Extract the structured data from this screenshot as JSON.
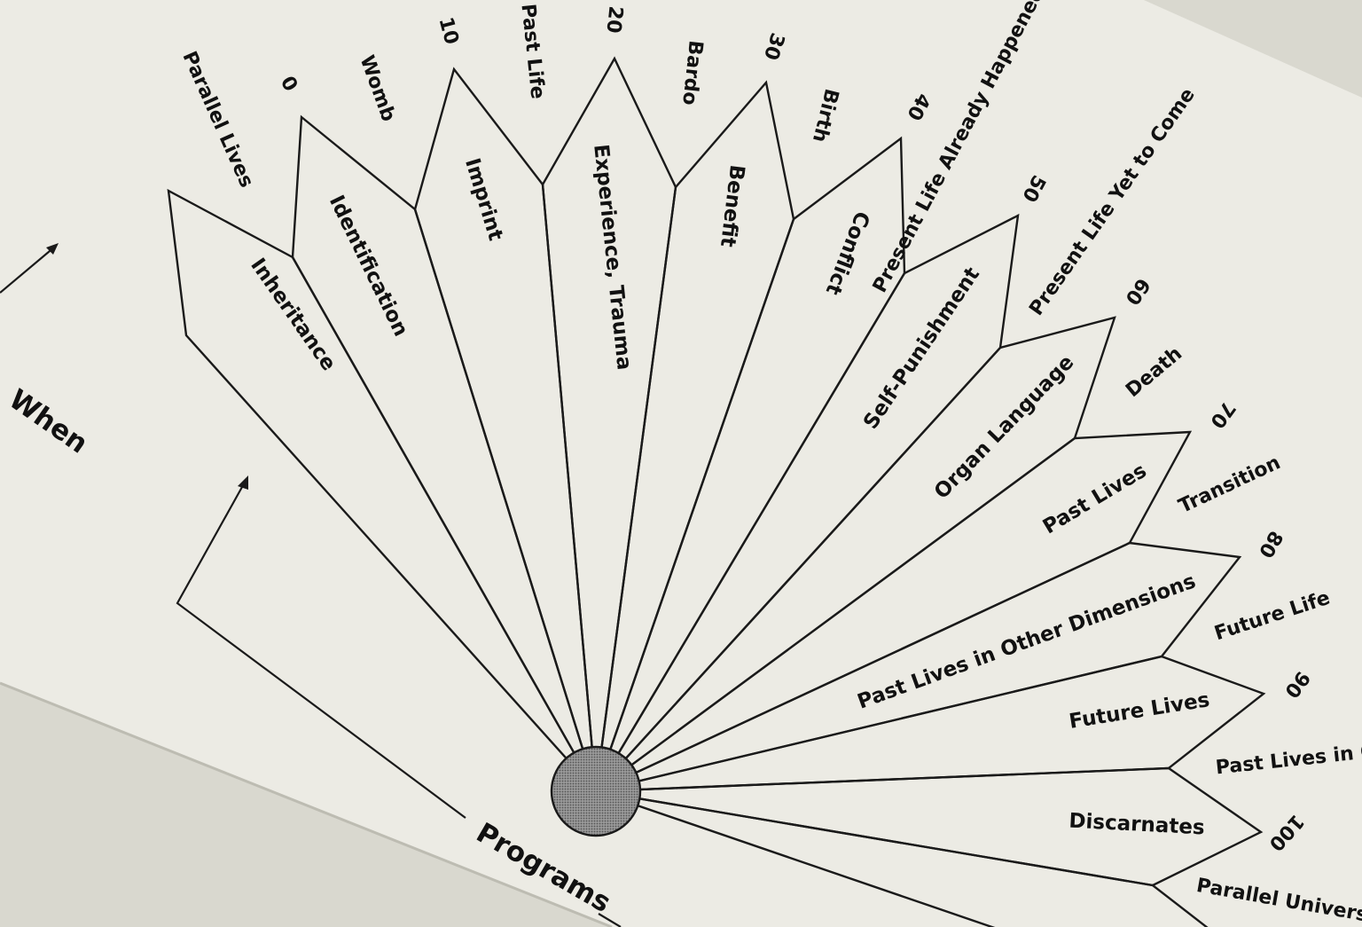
{
  "diagram": {
    "axis_when": "When",
    "axis_programs": "Programs",
    "blades": [
      {
        "label": "Inheritance"
      },
      {
        "label": "Identification"
      },
      {
        "label": "Imprint"
      },
      {
        "label": "Experience, Trauma"
      },
      {
        "label": "Benefit"
      },
      {
        "label": "Conflict"
      },
      {
        "label": "Self-Punishment"
      },
      {
        "label": "Organ Language"
      },
      {
        "label": "Past Lives"
      },
      {
        "label": "Past Lives in Other Dimensions"
      },
      {
        "label": "Future Lives"
      },
      {
        "label": "Discarnates"
      },
      {
        "label": ""
      }
    ],
    "outer": [
      {
        "label": "Parallel Lives"
      },
      {
        "label": "0"
      },
      {
        "label": "Womb"
      },
      {
        "label": "10"
      },
      {
        "label": "Past Life"
      },
      {
        "label": "20"
      },
      {
        "label": "Bardo"
      },
      {
        "label": "30"
      },
      {
        "label": "Birth"
      },
      {
        "label": "40"
      },
      {
        "label": "Present Life Already Happened"
      },
      {
        "label": "50"
      },
      {
        "label": "Present Life Yet to Come"
      },
      {
        "label": "60"
      },
      {
        "label": "Death"
      },
      {
        "label": "70"
      },
      {
        "label": "Transition"
      },
      {
        "label": "80"
      },
      {
        "label": "Future Life"
      },
      {
        "label": "90"
      },
      {
        "label": "Past Lives in O"
      },
      {
        "label": "100"
      },
      {
        "label": "Parallel Universe"
      }
    ]
  },
  "colors": {
    "page": "#ecebe4",
    "ink": "#1a1a1a",
    "hub": "#8f8f8f",
    "shadow": "#d9d8cf"
  }
}
